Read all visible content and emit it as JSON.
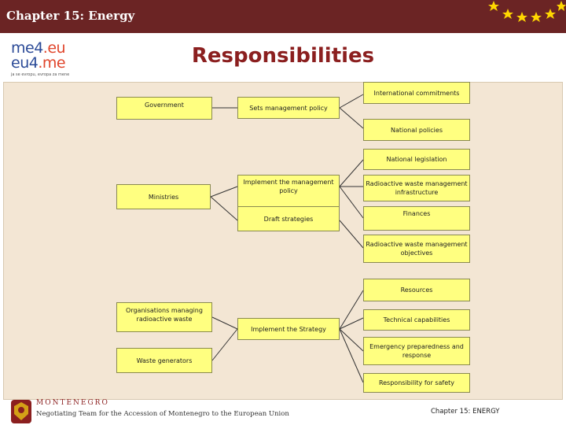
{
  "header": {
    "chapter_title": "Chapter 15: Energy"
  },
  "logo": {
    "line1_a": "me4",
    "line1_b": ".eu",
    "line2_a": "eu4",
    "line2_b": ".me",
    "tagline": "ja se evropu, evropa za mene"
  },
  "slide": {
    "title": "Responsibilities"
  },
  "diagram": {
    "actors": {
      "government": "Government",
      "ministries": "Ministries",
      "organisations": "Organisations managing radioactive waste",
      "waste_generators": "Waste generators"
    },
    "actions": {
      "sets_policy": "Sets management policy",
      "implement_policy": "Implement the management policy",
      "draft_strategies": "Draft strategies",
      "implement_strategy": "Implement the Strategy"
    },
    "outcomes": {
      "international_commitments": "International commitments",
      "national_policies": "National policies",
      "national_legislation": "National legislation",
      "rw_infrastructure": "Radioactive waste management infrastructure",
      "finances": "Finances",
      "rw_objectives": "Radioactive waste management objectives",
      "resources": "Resources",
      "technical_capabilities": "Technical capabilities",
      "emergency": "Emergency preparedness and response",
      "responsibility_safety": "Responsibility for safety"
    }
  },
  "footer": {
    "org": "MONTENEGRO",
    "team": "Negotiating Team for the Accession of Montenegro to the European Union",
    "chapter": "Chapter 15: ENERGY"
  },
  "colors": {
    "header_bg": "#6b2424",
    "title": "#8b1f1f",
    "box_fill": "#ffff80",
    "panel_bg": "#f3e6d4",
    "star": "#ffd700"
  }
}
